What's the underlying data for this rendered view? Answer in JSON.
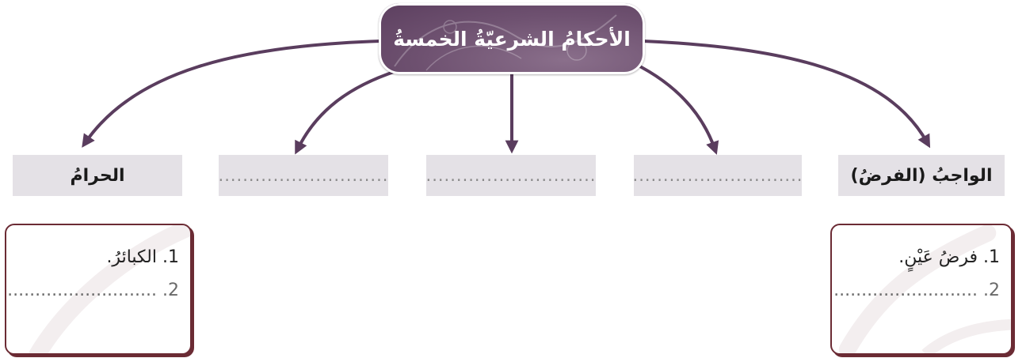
{
  "title": "الأحكامُ الشرعيّةُ الخمسةُ",
  "colors": {
    "title_bg": "#6e5170",
    "arrow": "#5a3d5e",
    "box_bg": "#e4e1e6",
    "card_border": "#6b2b34"
  },
  "categories": [
    {
      "label": "الواجبُ (الفرضُ)"
    },
    {
      "label": "............................"
    },
    {
      "label": "............................"
    },
    {
      "label": "............................"
    },
    {
      "label": "الحرامُ"
    }
  ],
  "cards": {
    "right": {
      "line1": "1. فرضُ عَيْنٍ.",
      "line2": "2. ................................"
    },
    "left": {
      "line1": "1. الكبائرُ.",
      "line2": "2. ................................"
    }
  }
}
